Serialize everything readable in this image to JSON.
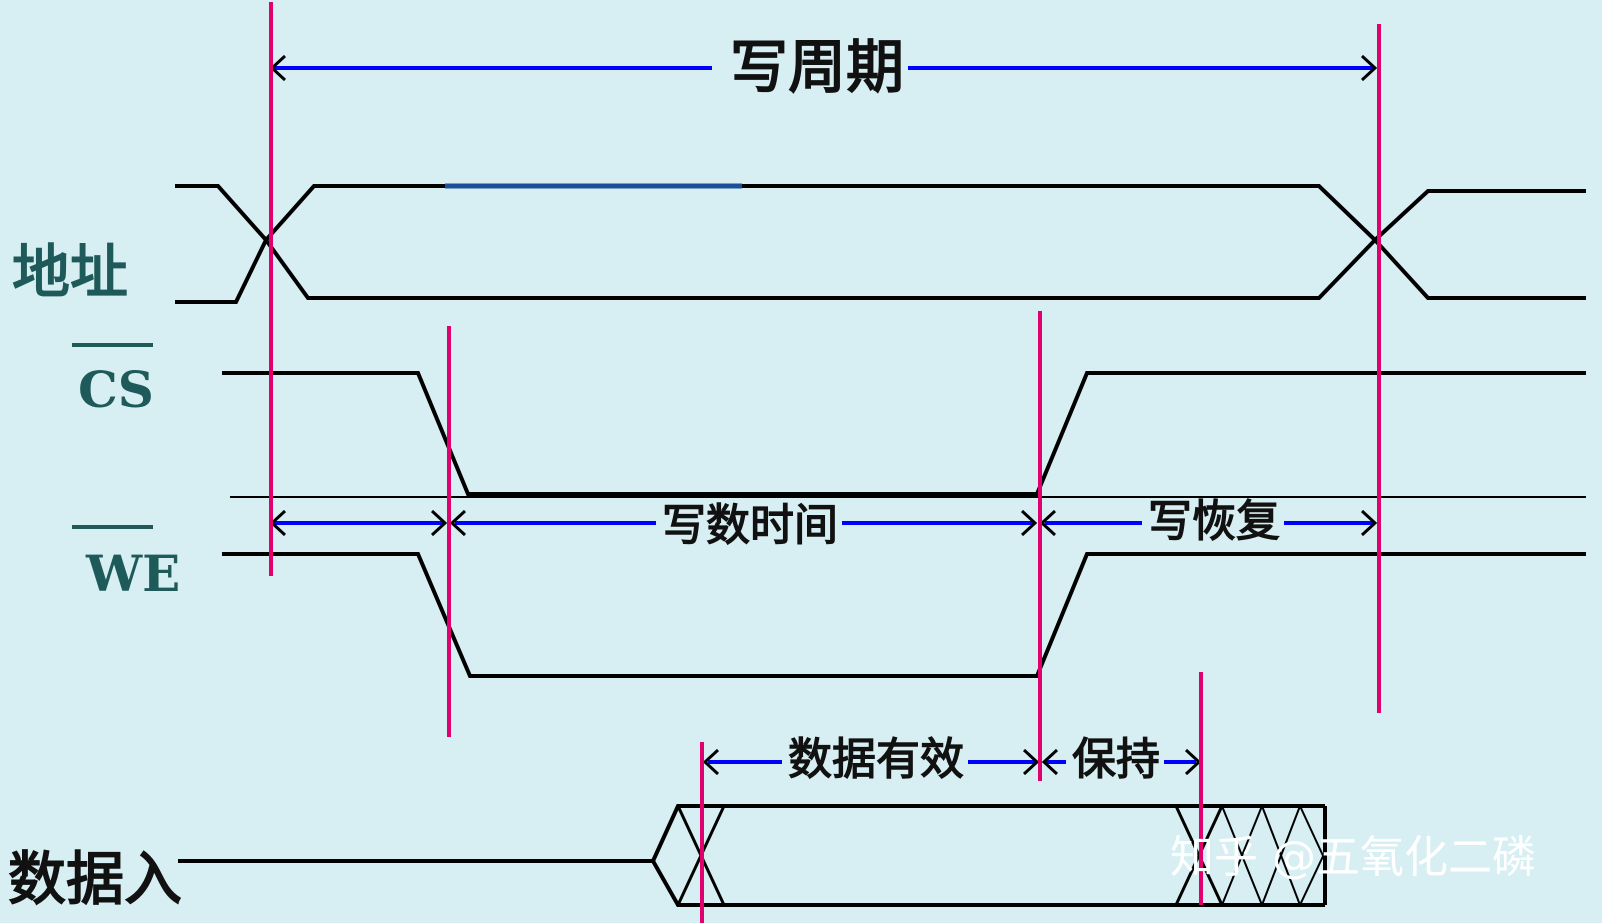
{
  "diagram": {
    "signals": {
      "address": "地址",
      "cs": "CS",
      "we": "WE",
      "data_in": "数据入"
    },
    "intervals": {
      "write_cycle": "写周期",
      "write_time": "写数时间",
      "write_recovery": "写恢复",
      "data_valid": "数据有效",
      "hold": "保持"
    },
    "colors": {
      "signal": "#000000",
      "marker": "#e0006e",
      "arrow": "#0000ff",
      "background": "#d7eff2"
    }
  },
  "watermark": "知乎 @五氧化二磷"
}
